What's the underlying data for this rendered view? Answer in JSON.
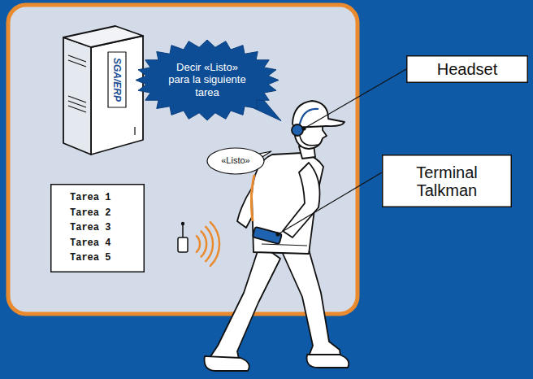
{
  "diagram": {
    "nodes": [
      {
        "text": [
          "SGA/ERP"
        ]
      },
      {
        "text": [
          "Decir «Listo» para la siguiente tarea"
        ]
      },
      {
        "text": [
          "«Listo»"
        ]
      },
      {
        "text": [
          "Tarea 1",
          "Tarea 2",
          "Tarea 3",
          "Tarea 4",
          "Tarea 5"
        ]
      },
      {
        "text": [
          "Headset"
        ]
      },
      {
        "text": [
          "Terminal Talkman"
        ]
      }
    ]
  }
}
